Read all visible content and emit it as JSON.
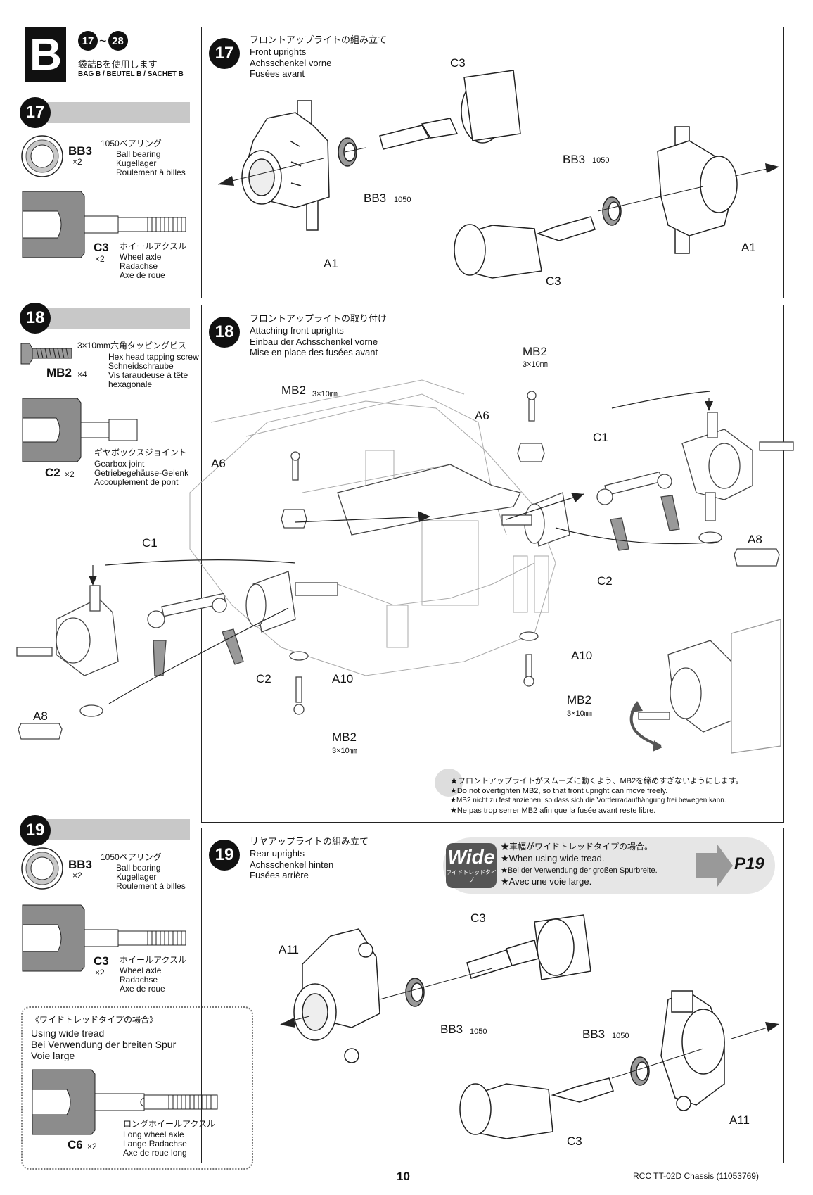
{
  "header": {
    "section_letter": "B",
    "step_range_start": "17",
    "step_range_sep": "~",
    "step_range_end": "28",
    "bag_jp": "袋詰Bを使用します",
    "bag_multi": "BAG B / BEUTEL B / SACHET B"
  },
  "sidebar": {
    "s17": {
      "number": "17",
      "bearing": {
        "code": "BB3",
        "qty": "×2",
        "jp": "1050ベアリング",
        "en": "Ball bearing",
        "de": "Kugellager",
        "fr": "Roulement à billes"
      },
      "axle": {
        "code": "C3",
        "qty": "×2",
        "jp": "ホイールアクスル",
        "en": "Wheel axle",
        "de": "Radachse",
        "fr": "Axe de roue"
      }
    },
    "s18": {
      "number": "18",
      "screw": {
        "code": "MB2",
        "qty": "×4",
        "jp": "3×10mm六角タッピングビス",
        "en": "Hex head tapping screw",
        "de": "Schneidschraube",
        "fr1": "Vis taraudeuse à tête",
        "fr2": "hexagonale"
      },
      "joint": {
        "code": "C2",
        "qty": "×2",
        "jp": "ギヤボックスジョイント",
        "en": "Gearbox joint",
        "de": "Getriebegehäuse-Gelenk",
        "fr": "Accouplement de pont"
      }
    },
    "s19": {
      "number": "19",
      "bearing": {
        "code": "BB3",
        "qty": "×2",
        "jp": "1050ベアリング",
        "en": "Ball bearing",
        "de": "Kugellager",
        "fr": "Roulement à billes"
      },
      "axle": {
        "code": "C3",
        "qty": "×2",
        "jp": "ホイールアクスル",
        "en": "Wheel axle",
        "de": "Radachse",
        "fr": "Axe de roue"
      },
      "wide": {
        "jp": "《ワイドトレッドタイプの場合》",
        "en": "Using wide tread",
        "de": "Bei Verwendung der breiten Spur",
        "fr": "Voie large",
        "code": "C6",
        "qty": "×2",
        "part_jp": "ロングホイールアクスル",
        "part_en": "Long wheel axle",
        "part_de": "Lange Radachse",
        "part_fr": "Axe de roue long"
      }
    }
  },
  "steps": {
    "s17": {
      "number": "17",
      "jp": "フロントアップライトの組み立て",
      "en": "Front uprights",
      "de": "Achsschenkel vorne",
      "fr": "Fusées avant",
      "labels": {
        "c3_top": "C3",
        "c3_bottom": "C3",
        "bb3_left": "BB3",
        "bb3_right": "BB3",
        "bb_size": "1050",
        "a1_left": "A1",
        "a1_right": "A1"
      }
    },
    "s18": {
      "number": "18",
      "jp": "フロントアップライトの取り付け",
      "en": "Attaching front uprights",
      "de": "Einbau der Achsschenkel vorne",
      "fr": "Mise en place des fusées avant",
      "labels": {
        "mb2": "MB2",
        "size": "3×10㎜",
        "a6": "A6",
        "c1": "C1",
        "c2": "C2",
        "a8": "A8",
        "a10": "A10"
      },
      "notes": [
        "★フロントアップライトがスムーズに動くよう、MB2を締めすぎないようにします。",
        "★Do not overtighten MB2, so that front upright can move freely.",
        "★MB2 nicht zu fest anziehen, so dass sich die Vorderradaufhängung frei bewegen kann.",
        "★Ne pas trop serrer MB2 afin que la fusée avant reste libre."
      ]
    },
    "s19": {
      "number": "19",
      "jp": "リヤアップライトの組み立て",
      "en": "Rear uprights",
      "de": "Achsschenkel hinten",
      "fr": "Fusées arrière",
      "labels": {
        "a11": "A11",
        "c3": "C3",
        "bb3": "BB3",
        "bb_size": "1050"
      },
      "wide_box": {
        "tag": "Wide",
        "tag_sub": "ワイドトレッドタイプ",
        "jp": "★車幅がワイドトレッドタイプの場合。",
        "en": "★When using wide tread.",
        "de": "★Bei der Verwendung der großen Spurbreite.",
        "fr": "★Avec une voie large.",
        "ref": "P19"
      }
    }
  },
  "footer": {
    "page": "10",
    "title": "RCC TT-02D Chassis (11053769)"
  }
}
